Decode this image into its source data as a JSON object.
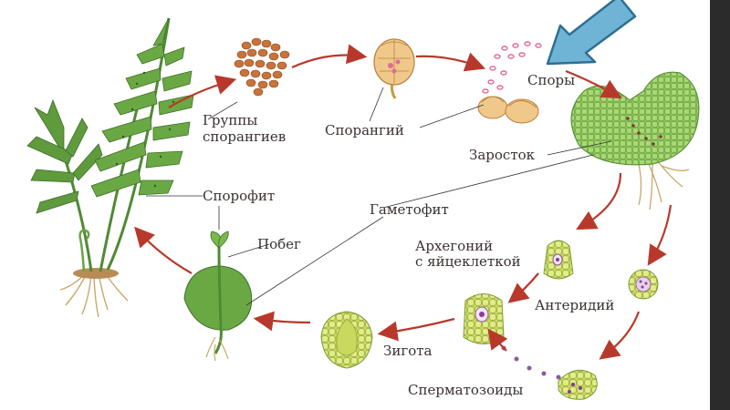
{
  "labels": {
    "groups_line1": "Группы",
    "groups_line2": "спорангиев",
    "sporangium": "Спорангий",
    "spores": "Споры",
    "prothallus": "Заросток",
    "sporophyte": "Спорофит",
    "gametophyte": "Гаметофит",
    "shoot": "Побег",
    "archegonium_line1": "Архегоний",
    "archegonium_line2": "с яйцеклеткой",
    "antheridium": "Антеридий",
    "zygote": "Зигота",
    "spermatozoids": "Сперматозоиды"
  },
  "colors": {
    "background": "#ffffff",
    "frame_shadow": "#2b2b2b",
    "arrow": "#b8392b",
    "leaf_green": "#5f9a3c",
    "leaf_dark": "#3f6e2a",
    "tissue_light": "#a6d46a",
    "tissue_yellow": "#d9e67a",
    "sporangia_brown": "#c8733a",
    "spore_pink": "#e06a9a",
    "root": "#c9a86a",
    "pointer_fill": "#6fb4d4",
    "pointer_stroke": "#2d6f93"
  }
}
